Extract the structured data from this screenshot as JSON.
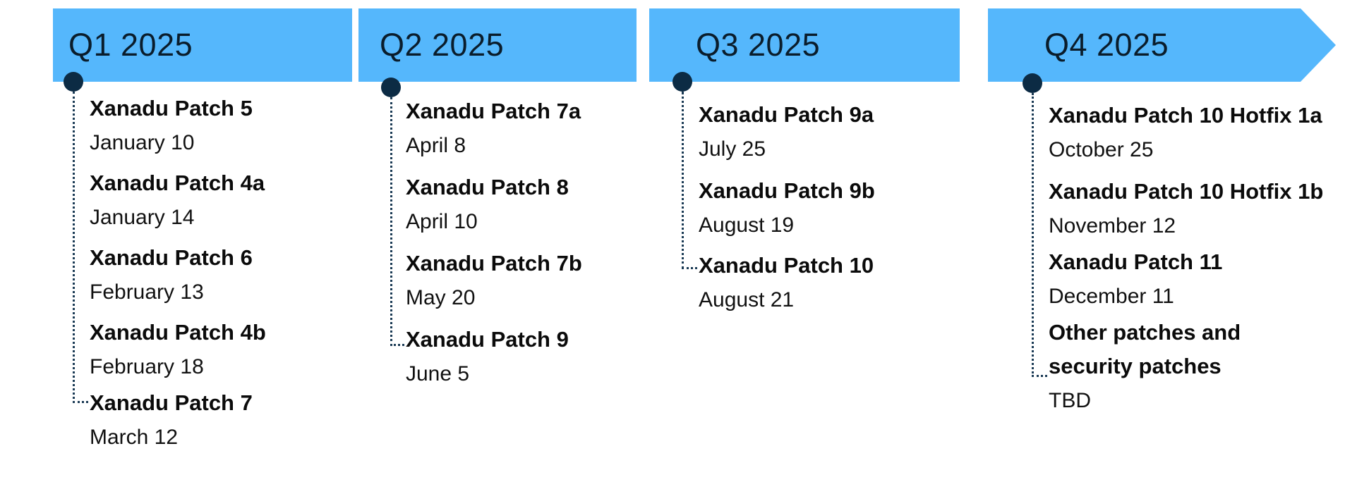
{
  "quarters": [
    {
      "title": "Q1 2025",
      "items": [
        {
          "name": "Xanadu Patch 5",
          "date": "January 10"
        },
        {
          "name": "Xanadu Patch 4a",
          "date": "January 14"
        },
        {
          "name": "Xanadu Patch 6",
          "date": "February 13"
        },
        {
          "name": "Xanadu Patch 4b",
          "date": "February 18"
        },
        {
          "name": "Xanadu Patch 7",
          "date": "March 12"
        }
      ]
    },
    {
      "title": "Q2 2025",
      "items": [
        {
          "name": "Xanadu Patch 7a",
          "date": "April 8"
        },
        {
          "name": "Xanadu Patch 8",
          "date": "April 10"
        },
        {
          "name": "Xanadu Patch 7b",
          "date": "May 20"
        },
        {
          "name": "Xanadu Patch 9",
          "date": "June 5"
        }
      ]
    },
    {
      "title": "Q3 2025",
      "items": [
        {
          "name": "Xanadu Patch 9a",
          "date": "July 25"
        },
        {
          "name": "Xanadu Patch 9b",
          "date": "August 19"
        },
        {
          "name": "Xanadu Patch 10",
          "date": "August 21"
        }
      ]
    },
    {
      "title": "Q4 2025",
      "items": [
        {
          "name": "Xanadu Patch 10 Hotfix 1a",
          "date": "October 25"
        },
        {
          "name": "Xanadu Patch 10 Hotfix 1b",
          "date": "November 12"
        },
        {
          "name": "Xanadu Patch 11",
          "date": "December 11"
        },
        {
          "name_line1": "Other patches and",
          "name_line2": "security patches",
          "date": "TBD"
        }
      ]
    }
  ],
  "colors": {
    "header_fill": "#55b7fc",
    "marker": "#0c2b44",
    "connector": "#1b3b55"
  }
}
